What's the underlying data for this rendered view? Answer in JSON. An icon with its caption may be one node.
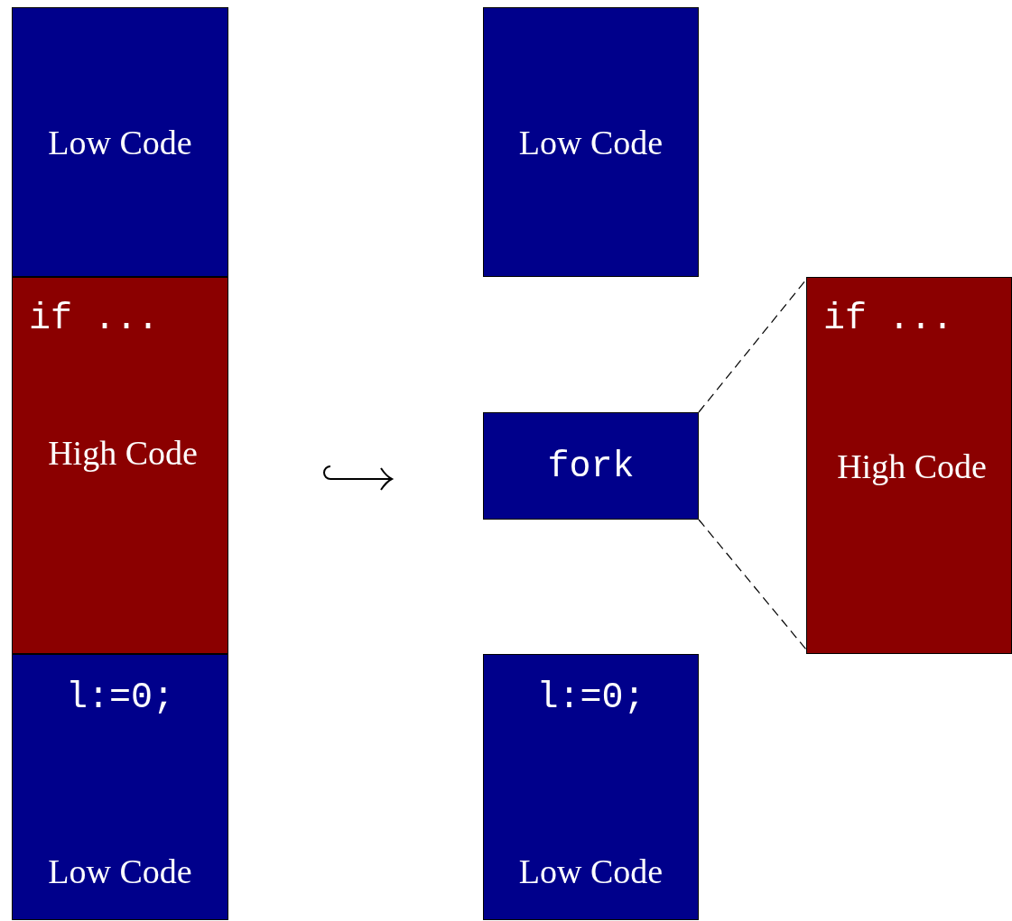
{
  "diagram": {
    "nodes": [
      {
        "text": [
          "Low Code"
        ]
      },
      {
        "text": [
          "if ...",
          "High Code"
        ]
      },
      {
        "text": [
          "l:=0;",
          "Low Code"
        ]
      },
      {
        "text": [
          "Low Code"
        ]
      },
      {
        "text": [
          "fork"
        ]
      },
      {
        "text": [
          "if ...",
          "High Code"
        ]
      },
      {
        "text": [
          "l:=0;",
          "Low Code"
        ]
      }
    ],
    "edges": [
      {
        "from": 4,
        "to": 5,
        "arrow": "none",
        "style": "dashed"
      },
      {
        "from": 4,
        "to": 5,
        "arrow": "none",
        "style": "dashed"
      }
    ]
  }
}
